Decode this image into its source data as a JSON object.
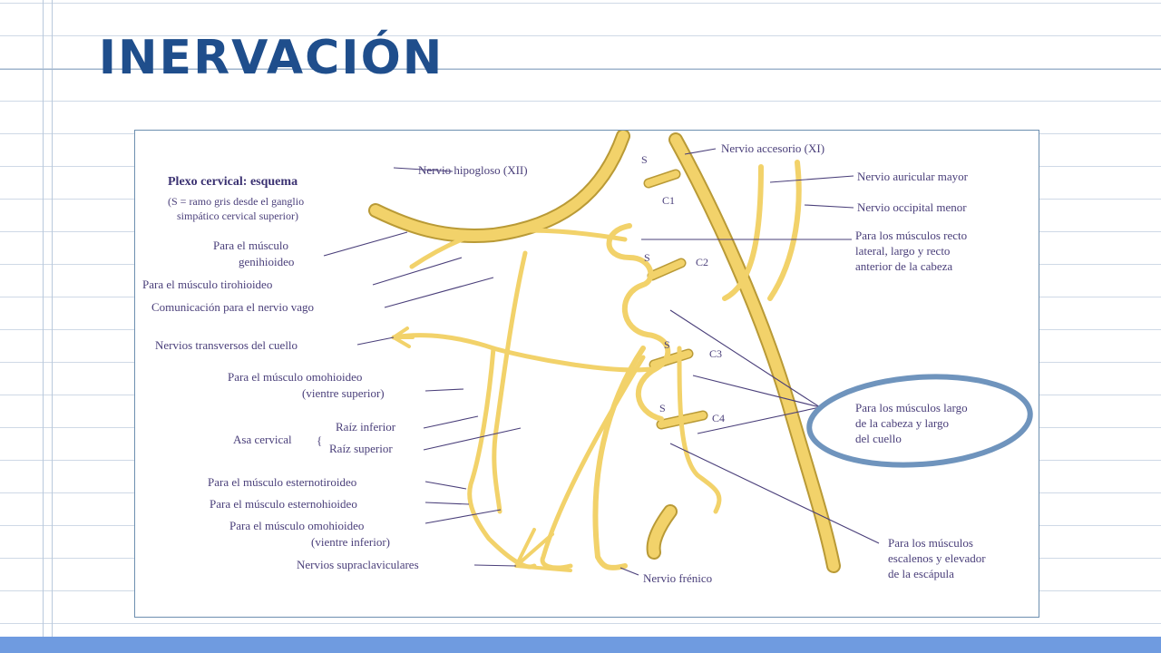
{
  "slide": {
    "title": "INERVACIÓN",
    "colors": {
      "title": "#1f4e8c",
      "footer_bar": "#6f9be0",
      "nerve": "#f2d26a",
      "label_ink": "#4a3f7a",
      "highlight_circle": "#6f94bd"
    }
  },
  "diagram": {
    "heading": "Plexo cervical: esquema",
    "subheading_1": "(S = ramo gris desde el ganglio",
    "subheading_2": "simpático cervical superior)",
    "roots": {
      "c1": "C1",
      "c2": "C2",
      "c3": "C3",
      "c4": "C4",
      "s": "S"
    },
    "left_labels": {
      "genihioideo_1": "Para el músculo",
      "genihioideo_2": "genihioideo",
      "tirohioideo": "Para el músculo tirohioideo",
      "vago": "Comunicación para el nervio vago",
      "transversos": "Nervios transversos del cuello",
      "omohioideo_sup_1": "Para el músculo omohioideo",
      "omohioideo_sup_2": "(vientre superior)",
      "asa_cervical": "Asa cervical",
      "raiz_inferior": "Raíz inferior",
      "raiz_superior": "Raíz superior",
      "esternotiroideo": "Para el músculo esternotiroideo",
      "esternohioideo": "Para el músculo esternohioideo",
      "omohioideo_inf_1": "Para el músculo omohioideo",
      "omohioideo_inf_2": "(vientre inferior)",
      "supraclaviculares": "Nervios supraclaviculares"
    },
    "top_labels": {
      "hipogloso": "Nervio hipogloso (XII)"
    },
    "right_labels": {
      "accesorio": "Nervio accesorio (XI)",
      "auricular": "Nervio auricular mayor",
      "occipital": "Nervio occipital menor",
      "recto_1": "Para los músculos recto",
      "recto_2": "lateral, largo y recto",
      "recto_3": "anterior de la cabeza",
      "largo_1": "Para los músculos largo",
      "largo_2": "de la cabeza y largo",
      "largo_3": "del cuello",
      "escalenos_1": "Para los músculos",
      "escalenos_2": "escalenos y elevador",
      "escalenos_3": "de la escápula"
    },
    "bottom_labels": {
      "frenico": "Nervio frénico"
    }
  }
}
